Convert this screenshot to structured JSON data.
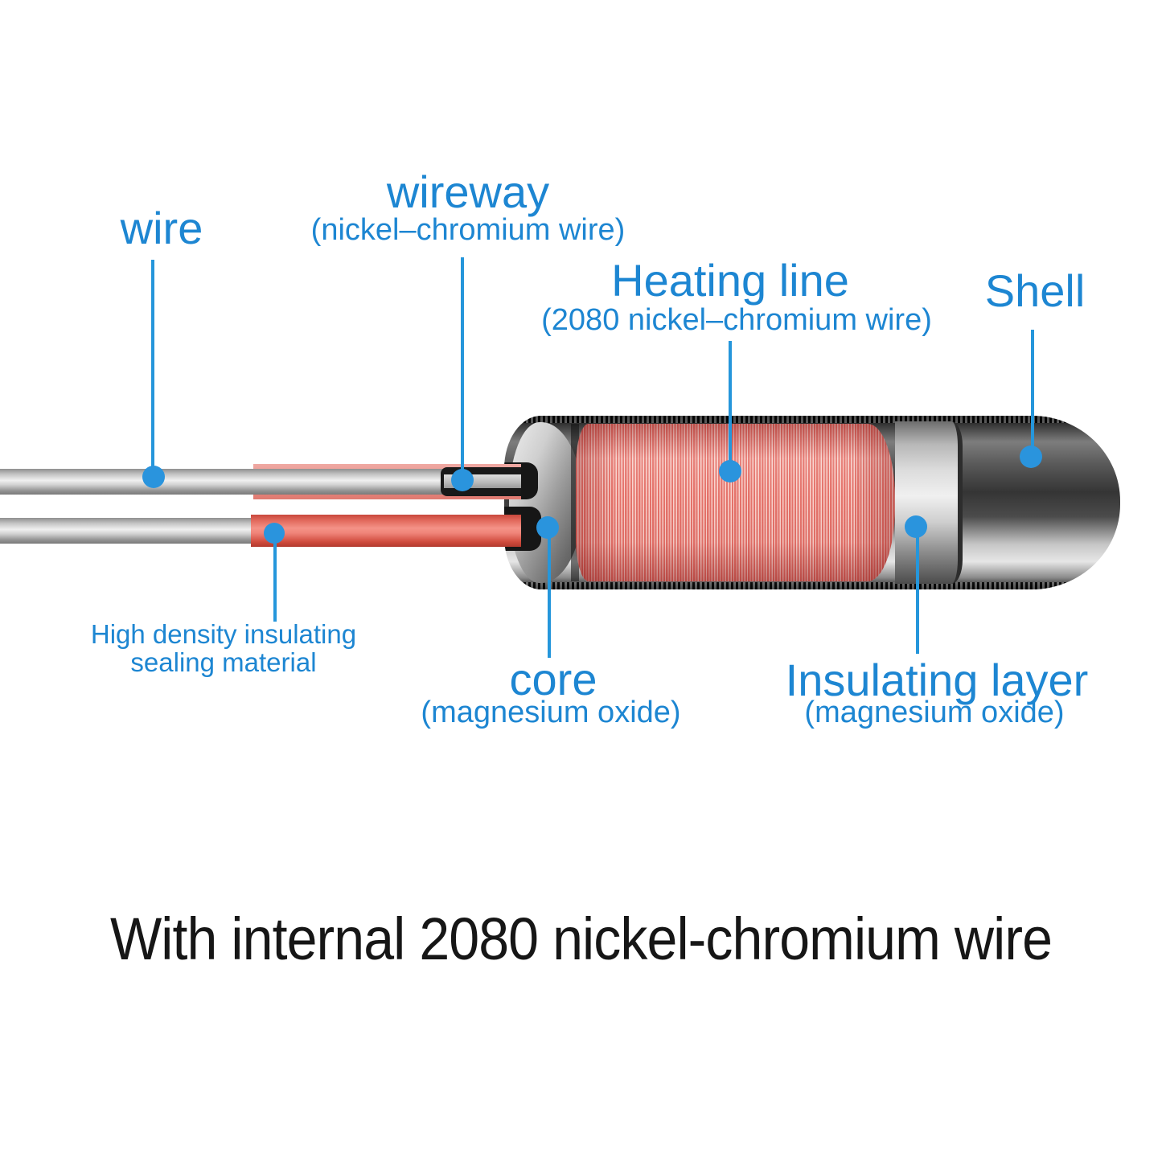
{
  "colors": {
    "label_blue": "#1d86d2",
    "marker_blue": "#2a94dd",
    "caption_black": "#161616",
    "coil_red": "#e5736b",
    "wire_red": "#e2695c",
    "shell_dark": "#3d3d3d",
    "metal_silver": "#dcdcdc"
  },
  "labels": {
    "wire": {
      "title": "wire"
    },
    "wireway": {
      "title": "wireway",
      "subtitle": "(nickel–chromium wire)"
    },
    "heating_line": {
      "title": "Heating line",
      "subtitle": "(2080 nickel–chromium wire)"
    },
    "shell": {
      "title": "Shell"
    },
    "sealing": {
      "line1": "High density insulating",
      "line2": "sealing material"
    },
    "core": {
      "title": "core",
      "subtitle": "(magnesium oxide)"
    },
    "insulating_layer": {
      "title": "Insulating layer",
      "subtitle": "(magnesium oxide)"
    }
  },
  "caption": "With internal 2080 nickel-chromium wire",
  "diagram": {
    "type": "cartridge-heater-cutaway",
    "parts": [
      "wire",
      "wireway (nickel–chromium wire)",
      "heating line (2080 nickel–chromium wire)",
      "shell",
      "high density insulating sealing material",
      "core (magnesium oxide)",
      "insulating layer (magnesium oxide)"
    ]
  }
}
